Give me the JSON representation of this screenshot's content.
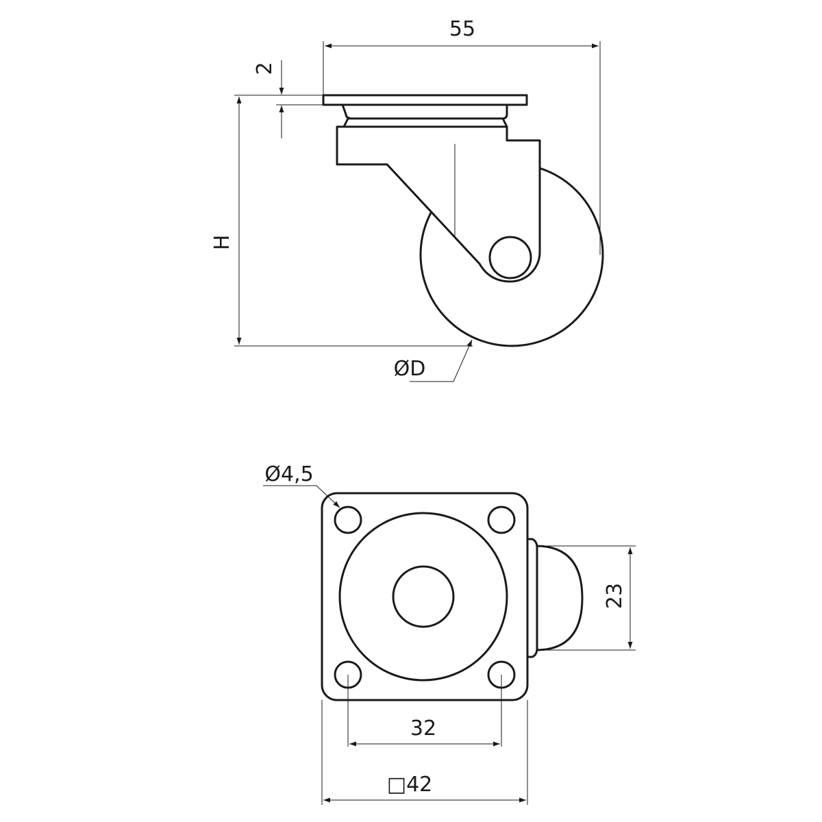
{
  "colors": {
    "line": "#1a1a1a",
    "background": "#ffffff"
  },
  "dimensions": {
    "overall_width": "55",
    "plate_thickness": "2",
    "height": "H",
    "wheel_diameter": "ØD",
    "hole_diameter": "Ø4,5",
    "hole_spacing": "32",
    "plate_size": "□42",
    "wheel_width": "23"
  }
}
